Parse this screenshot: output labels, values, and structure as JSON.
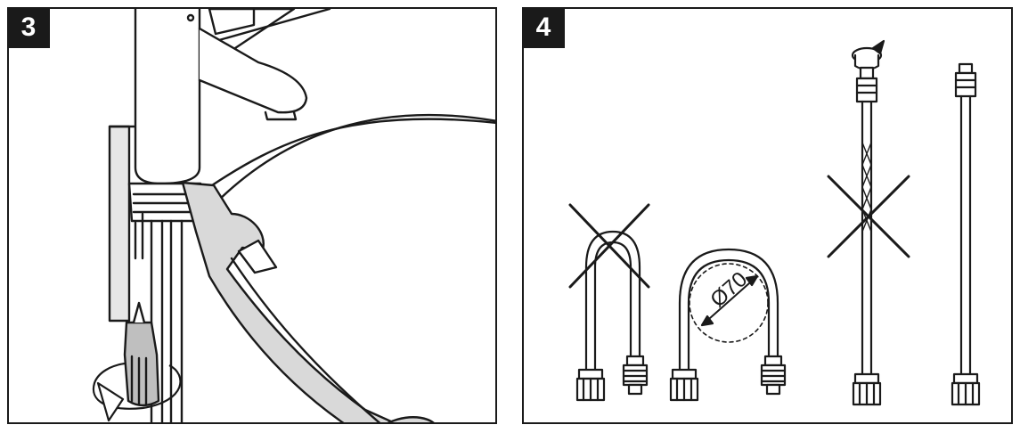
{
  "steps": [
    {
      "number": "3"
    },
    {
      "number": "4"
    }
  ],
  "diagram": {
    "hose_bend_diameter_label": "Ø70"
  },
  "colors": {
    "line": "#1a1a1a",
    "fill_light": "#ffffff",
    "fill_gray": "#d9d9d9",
    "fill_dark_gray": "#bfbfbf"
  },
  "icons": [
    "rotate-arrow-icon",
    "cross-mark-icon"
  ]
}
